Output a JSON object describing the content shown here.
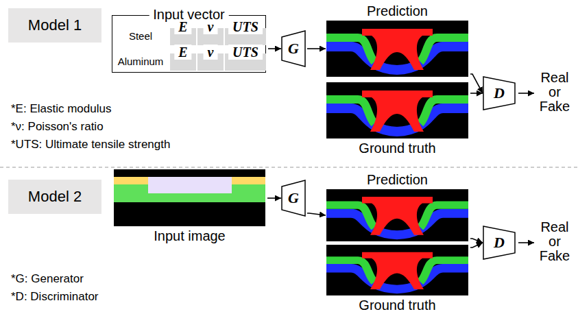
{
  "diagram": {
    "nodes": [
      {
        "text": [
          "Model 1"
        ]
      },
      {
        "text": [
          "Input vector"
        ]
      },
      {
        "text": [
          "E"
        ],
        "in": 1
      },
      {
        "text": [
          "ν"
        ],
        "in": 1
      },
      {
        "text": [
          "UTS"
        ],
        "in": 1
      },
      {
        "text": [
          "E"
        ],
        "in": 1
      },
      {
        "text": [
          "ν"
        ],
        "in": 1
      },
      {
        "text": [
          "UTS"
        ],
        "in": 1
      },
      {
        "text": [
          "G"
        ]
      },
      {
        "text": [
          "Prediction"
        ]
      },
      {
        "text": [
          "Ground truth"
        ]
      },
      {
        "text": [
          "D"
        ]
      },
      {
        "text": [
          "Model 2"
        ]
      },
      {
        "text": [
          "Input image"
        ]
      },
      {
        "text": [
          "G"
        ]
      },
      {
        "text": [
          "Prediction"
        ]
      },
      {
        "text": [
          "Ground truth"
        ]
      },
      {
        "text": [
          "D"
        ]
      }
    ],
    "edges": [
      {
        "from": 1,
        "to": 8,
        "arrow": "to"
      },
      {
        "from": 8,
        "to": 9,
        "arrow": "to"
      },
      {
        "from": 9,
        "to": 11,
        "arrow": "to"
      },
      {
        "from": 10,
        "to": 11,
        "arrow": "to"
      },
      {
        "from": 13,
        "to": 14,
        "arrow": "to"
      },
      {
        "from": 14,
        "to": 15,
        "arrow": "to"
      },
      {
        "from": 15,
        "to": 17,
        "arrow": "to"
      },
      {
        "from": 16,
        "to": 17,
        "arrow": "to"
      }
    ],
    "labels": [
      "Steel",
      "Aluminum",
      "*E: Elastic modulus",
      "*ν: Poisson's ratio",
      "*UTS: Ultimate tensile strength",
      "Real or Fake",
      "Real or Fake",
      "*G: Generator",
      "*D: Discriminator"
    ]
  }
}
